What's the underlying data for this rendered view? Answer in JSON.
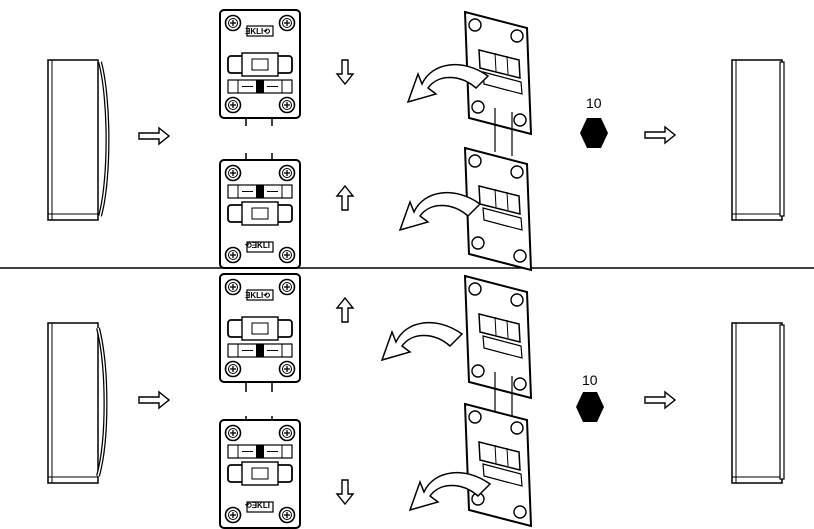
{
  "sections": [
    {
      "id": "top",
      "plates": [
        {
          "id": "upper",
          "brand_text": "ƎKLI⟲",
          "orientation": "normal",
          "motion": "down"
        },
        {
          "id": "lower",
          "brand_text": "⟲ƎKLI",
          "orientation": "flipped",
          "motion": "up"
        }
      ],
      "tool": {
        "label": "10",
        "shape": "hexagon"
      },
      "flow": [
        "panel-curved-in",
        "arrow",
        "adjust",
        "arrow",
        "panel-straight"
      ]
    },
    {
      "id": "bottom",
      "plates": [
        {
          "id": "upper",
          "brand_text": "ƎKLI⟲",
          "orientation": "normal",
          "motion": "up"
        },
        {
          "id": "lower",
          "brand_text": "⟲ƎKLI",
          "orientation": "flipped",
          "motion": "down"
        }
      ],
      "tool": {
        "label": "10",
        "shape": "hexagon"
      },
      "flow": [
        "panel-curved-out",
        "arrow",
        "adjust",
        "arrow",
        "panel-straight"
      ]
    }
  ],
  "colors": {
    "ink": "#000000",
    "paper": "#ffffff",
    "tool": "#000000"
  }
}
